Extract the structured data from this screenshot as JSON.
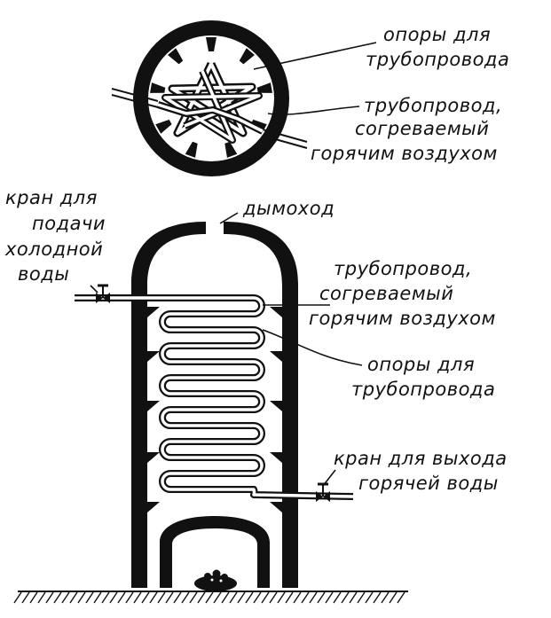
{
  "labels": {
    "top_supports": [
      "опоры для",
      "трубопровода"
    ],
    "top_pipe": [
      "трубопровод,",
      "согреваемый",
      "горячим воздухом"
    ],
    "cold_valve": [
      "кран для",
      "подачи",
      "холодной",
      "воды"
    ],
    "chimney": "дымоход",
    "side_pipe": [
      "трубопровод,",
      "согреваемый",
      "горячим воздухом"
    ],
    "side_supports": [
      "опоры для",
      "трубопровода"
    ],
    "hot_valve": [
      "кран для выхода",
      "горячей воды"
    ]
  },
  "colors": {
    "ink": "#111111",
    "background": "#ffffff"
  }
}
